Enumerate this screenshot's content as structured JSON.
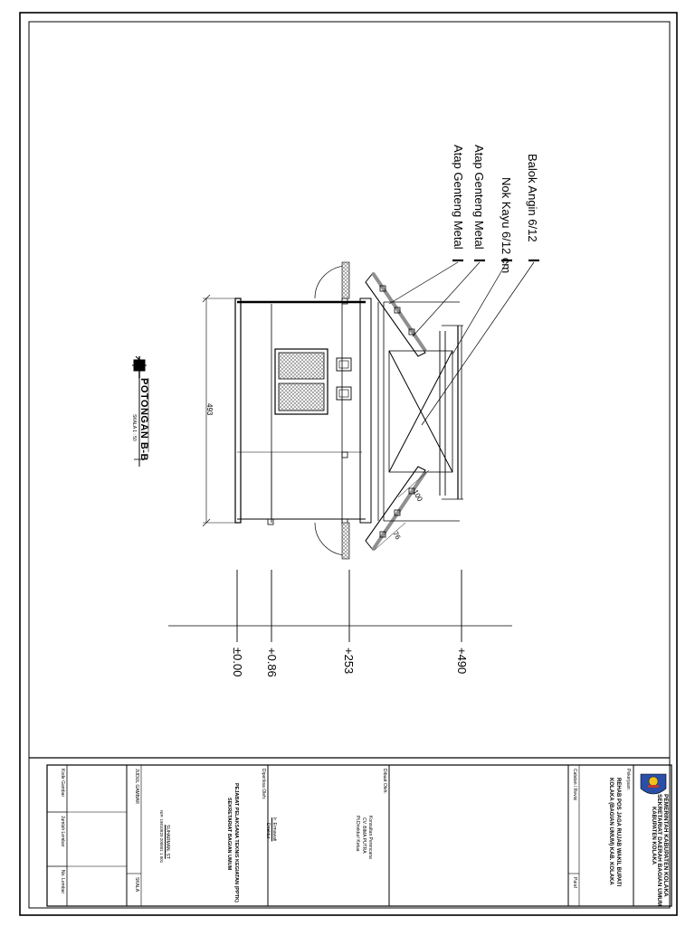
{
  "drawing": {
    "labels": {
      "balok_angin": "Balok Angin 6/12",
      "nok_kayu": "Nok Kayu 6/12 cm",
      "atap_1": "Atap Genteng Metal",
      "atap_2": "Atap Genteng Metal"
    },
    "levels": [
      "±0.00",
      "+0.86",
      "+253",
      "+490"
    ],
    "dimensions": {
      "width": "493",
      "dim_100": "100",
      "dim_76": "76"
    },
    "section": {
      "title": "POTONGAN B-B",
      "scale": "SKALA 1 : 50"
    }
  },
  "title_block": {
    "org_line1": "PEMERINTAH KABUPATEN KOLAKA",
    "org_line2": "SEKRETARIAT DAERAH BAGIAN UMUM",
    "org_line3": "KABUPATEN KOLAKA",
    "pekerjaan_label": "Pekerjaan:",
    "project_line1": "REHAB POS JAGA RUJAB WAKIL BUPATI",
    "project_line2": "KOLAKA (BAGIAN UMUM) KAB. KOLAKA",
    "catatan_label": "Catatan / Revisi",
    "paraf_label": "Paraf",
    "dibuat_label": "Dibuat Oleh:",
    "dibuat_line1": "Konsultan Perencana",
    "dibuat_line2": "CV. BIMA PUTRA",
    "dibuat_line3": "Pt.Direktur/ Ketua",
    "diperiksa_label": "Diperiksa Oleh:",
    "diperiksa_name": "Ir. Ermawati",
    "diperiksa_role": "Direktur",
    "disetujui_line1": "PEJABAT PELAKSANA TEKNIS KEGIATAN (PPTK)",
    "disetujui_line2": "SEKRETARIAT BAGIAN UMUM",
    "pptk_name": "SUHARMAN, ST",
    "pptk_nip": "NIP. 19810820 200801 1 001",
    "judul_label": "JUDUL GAMBAR",
    "skala_label": "SKALA",
    "kode_label": "Kode Gambar",
    "jumlah_label": "Jumlah Lembar",
    "no_label": "No. Lembar"
  },
  "colors": {
    "line": "#000000",
    "hatch": "#7a7a7a",
    "roof_fill": "#8f8f8f",
    "paper": "#ffffff"
  }
}
